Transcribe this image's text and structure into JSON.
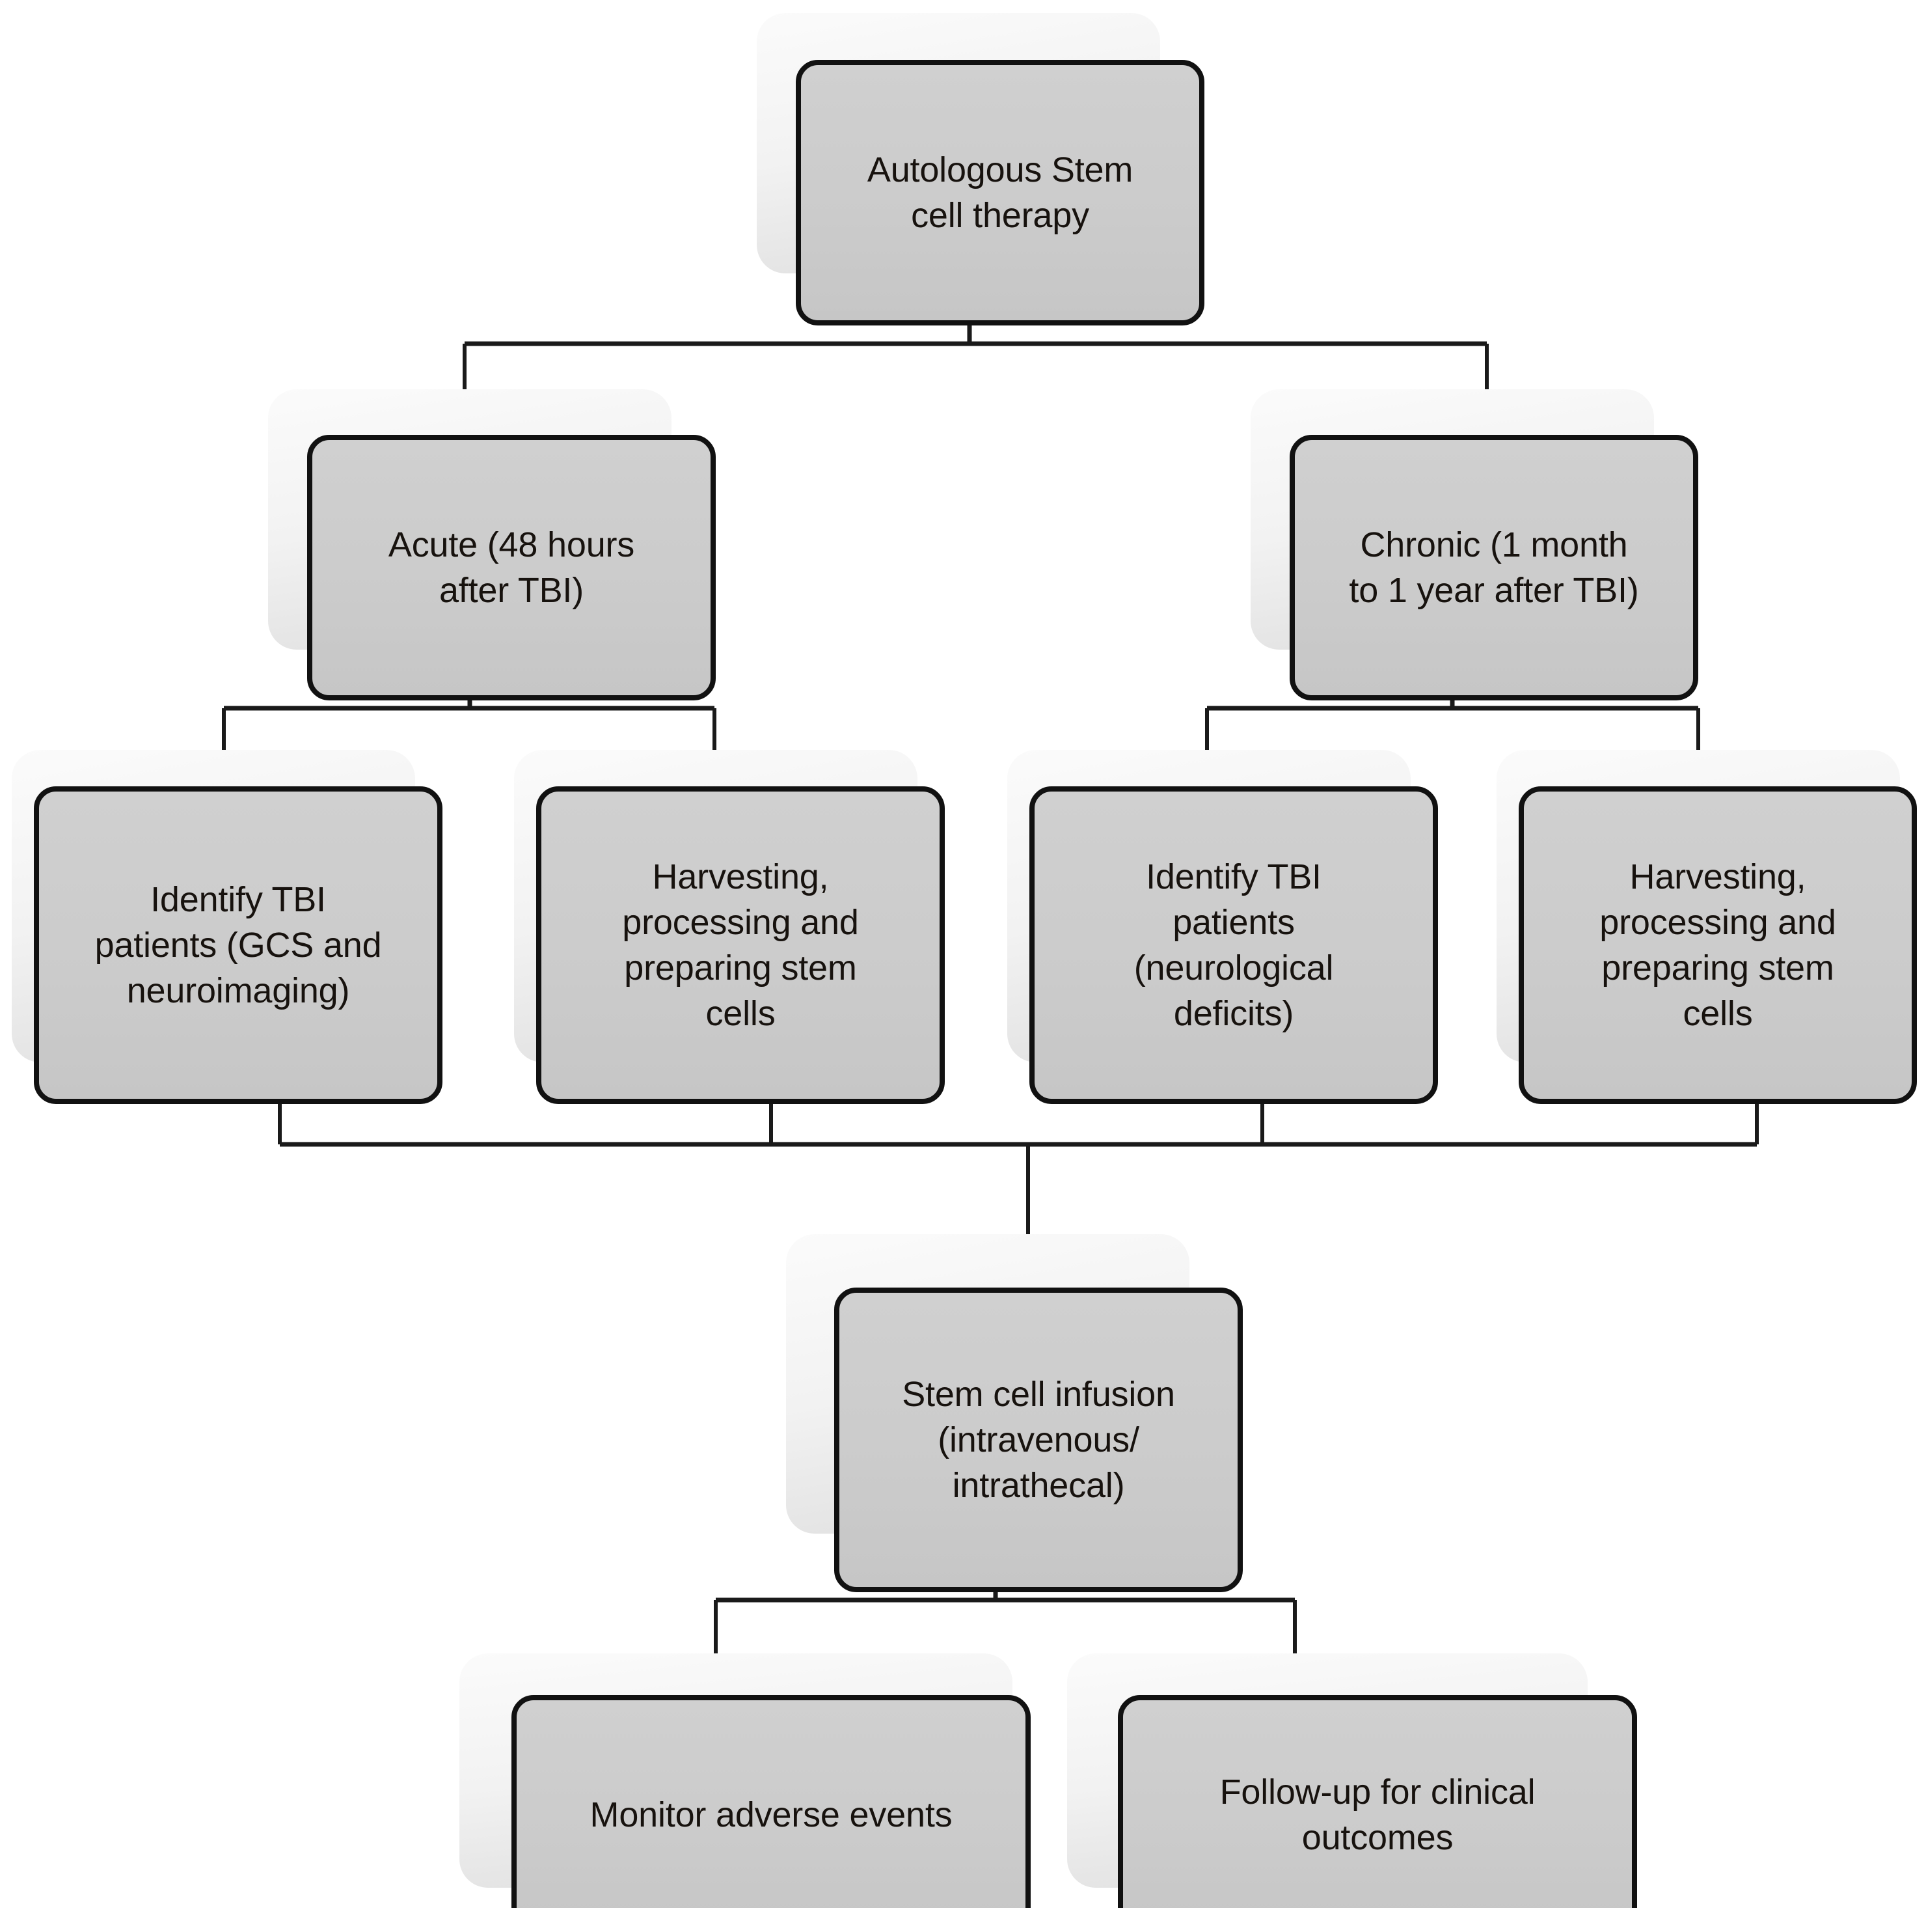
{
  "diagram": {
    "title": "Autologous stem cell therapy protocol for TBI",
    "type": "flowchart",
    "orientation": "top-down",
    "background_color": "#ffffff",
    "node_fill_color": "#cccccc",
    "node_border_color": "#111111",
    "node_shadow_color": "#f4f4f4",
    "connector_color": "#1a1a1a",
    "text_color": "#17120e"
  },
  "nodes": [
    {
      "id": "root",
      "label": "Autologous Stem\ncell therapy",
      "name": "autologous-stem-cell-therapy"
    },
    {
      "id": "acute",
      "label": "Acute (48 hours\nafter TBI)",
      "name": "acute-phase"
    },
    {
      "id": "chronic",
      "label": "Chronic (1 month\nto 1 year after TBI)",
      "name": "chronic-phase"
    },
    {
      "id": "acute-identify",
      "label": "Identify TBI\npatients  (GCS and\nneuroimaging)",
      "name": "identify-tbi-patients-gcs"
    },
    {
      "id": "acute-harvest",
      "label": "Harvesting,\nprocessing and\npreparing stem\ncells",
      "name": "harvesting-processing-acute"
    },
    {
      "id": "chronic-identify",
      "label": "Identify TBI\npatients\n(neurological\ndeficits)",
      "name": "identify-tbi-patients-neuro"
    },
    {
      "id": "chronic-harvest",
      "label": "Harvesting,\nprocessing and\npreparing stem\ncells",
      "name": "harvesting-processing-chronic"
    },
    {
      "id": "infusion",
      "label": "Stem cell infusion\n(intravenous/\nintrathecal)",
      "name": "stem-cell-infusion"
    },
    {
      "id": "monitor",
      "label": "Monitor adverse events",
      "name": "monitor-adverse-events"
    },
    {
      "id": "followup",
      "label": "Follow-up for clinical\noutcomes",
      "name": "follow-up-clinical-outcomes"
    }
  ],
  "edges": [
    {
      "from": "root",
      "to": "acute"
    },
    {
      "from": "root",
      "to": "chronic"
    },
    {
      "from": "acute",
      "to": "acute-identify"
    },
    {
      "from": "acute",
      "to": "acute-harvest"
    },
    {
      "from": "chronic",
      "to": "chronic-identify"
    },
    {
      "from": "chronic",
      "to": "chronic-harvest"
    },
    {
      "from": "acute-identify",
      "to": "infusion"
    },
    {
      "from": "acute-harvest",
      "to": "infusion"
    },
    {
      "from": "chronic-identify",
      "to": "infusion"
    },
    {
      "from": "chronic-harvest",
      "to": "infusion"
    },
    {
      "from": "infusion",
      "to": "monitor"
    },
    {
      "from": "infusion",
      "to": "followup"
    }
  ]
}
